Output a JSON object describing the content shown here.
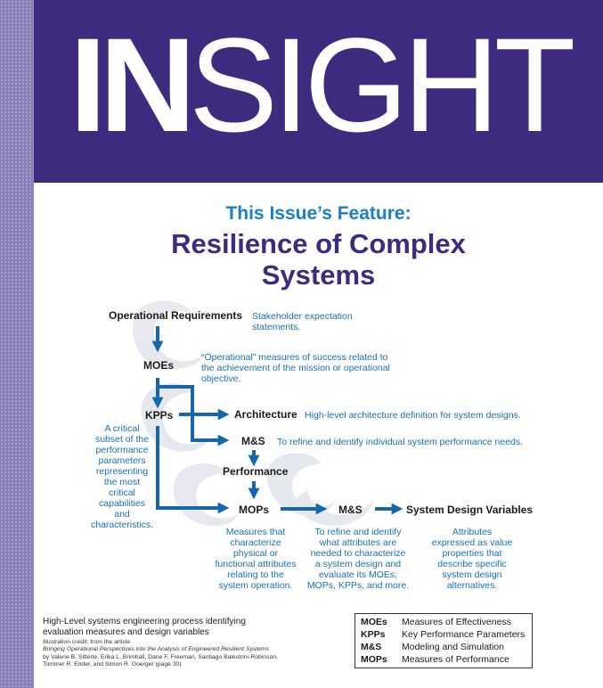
{
  "masthead": {
    "logo_bold": "IN",
    "logo_thin": "SIGHT",
    "background": "#3e2a7e"
  },
  "feature": {
    "kicker": "This Issue’s Feature:",
    "title_line1": "Resilience of Complex",
    "title_line2": "Systems"
  },
  "diagram": {
    "operational_requirements": {
      "label": "Operational Requirements",
      "desc_lines": [
        "Stakeholder expectation",
        "statements."
      ]
    },
    "moes": {
      "label": "MOEs",
      "desc_lines": [
        "“Operational” measures of success related to",
        "the achievement of the mission or operational",
        "objective."
      ]
    },
    "kpps": {
      "label": "KPPs",
      "desc_lines": [
        "A critical",
        "subset of the",
        "performance",
        "parameters",
        "representing",
        "the most",
        "critical",
        "capabilities",
        "and",
        "characteristics."
      ]
    },
    "architecture": {
      "label": "Architecture",
      "desc": "High-level architecture definition for system designs."
    },
    "ms_top": {
      "label": "M&S",
      "desc": "To refine and identify individual system performance needs."
    },
    "performance": {
      "label": "Performance"
    },
    "mops": {
      "label": "MOPs",
      "desc_lines": [
        "Measures that",
        "characterize",
        "physical or",
        "functional attributes",
        "relating to the",
        "system operation."
      ]
    },
    "ms_bottom": {
      "label": "M&S",
      "desc_lines": [
        "To refine and identify",
        "what attributes are",
        "needed to characterize",
        "a system design and",
        "evaluate its MOEs,",
        "MOPs, KPPs, and more."
      ]
    },
    "system_design_variables": {
      "label": "System Design Variables",
      "desc_lines": [
        "Attributes",
        "expressed as value",
        "properties that",
        "describe specific",
        "system design",
        "alternatives."
      ]
    },
    "arrow_color": "#1566ad"
  },
  "caption": {
    "lines": [
      "High-Level systems engineering process identifying",
      "evaluation measures and design variables"
    ],
    "credit_lines": [
      "Illustration credit: from the article",
      "Bringing Operational Perspectives into the Analysis of Engineered Resilient Systems",
      "by Valerie B. Sitterle, Erika L. Brimhall, Dane F. Freeman, Santiago Balestrini-Robinson,",
      "Tommer R. Ender, and Simon R. Goerger (page 30)"
    ]
  },
  "legend": [
    {
      "abbr": "MOEs",
      "text": "Measures of Effectiveness"
    },
    {
      "abbr": "KPPs",
      "text": "Key Performance Parameters"
    },
    {
      "abbr": "M&S",
      "text": "Modeling and Simulation"
    },
    {
      "abbr": "MOPs",
      "text": "Measures of Performance"
    }
  ]
}
